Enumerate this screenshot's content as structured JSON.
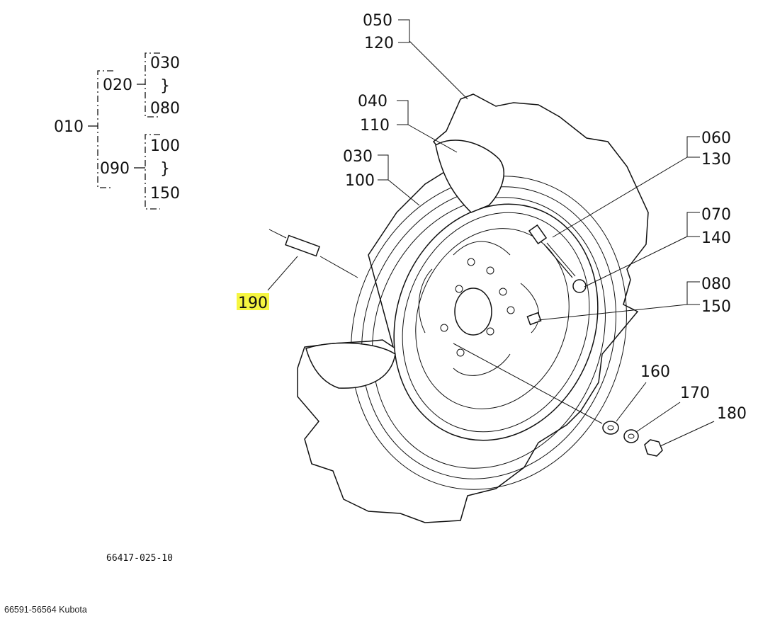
{
  "tree": {
    "root": "010",
    "branch_a": "020",
    "branch_a_top": "030",
    "branch_a_bottom": "080",
    "branch_b": "090",
    "branch_b_top": "100",
    "branch_b_bottom": "150",
    "range_glyph": "}"
  },
  "callouts": {
    "c050": "050",
    "c120": "120",
    "c040": "040",
    "c110": "110",
    "c030": "030",
    "c100": "100",
    "c060": "060",
    "c130": "130",
    "c070": "070",
    "c140": "140",
    "c080": "080",
    "c150": "150",
    "c160": "160",
    "c170": "170",
    "c180": "180",
    "c190": "190"
  },
  "highlight_color": "#f6f640",
  "drawing_number": "66417-025-10",
  "footer": "66591-56564 Kubota"
}
